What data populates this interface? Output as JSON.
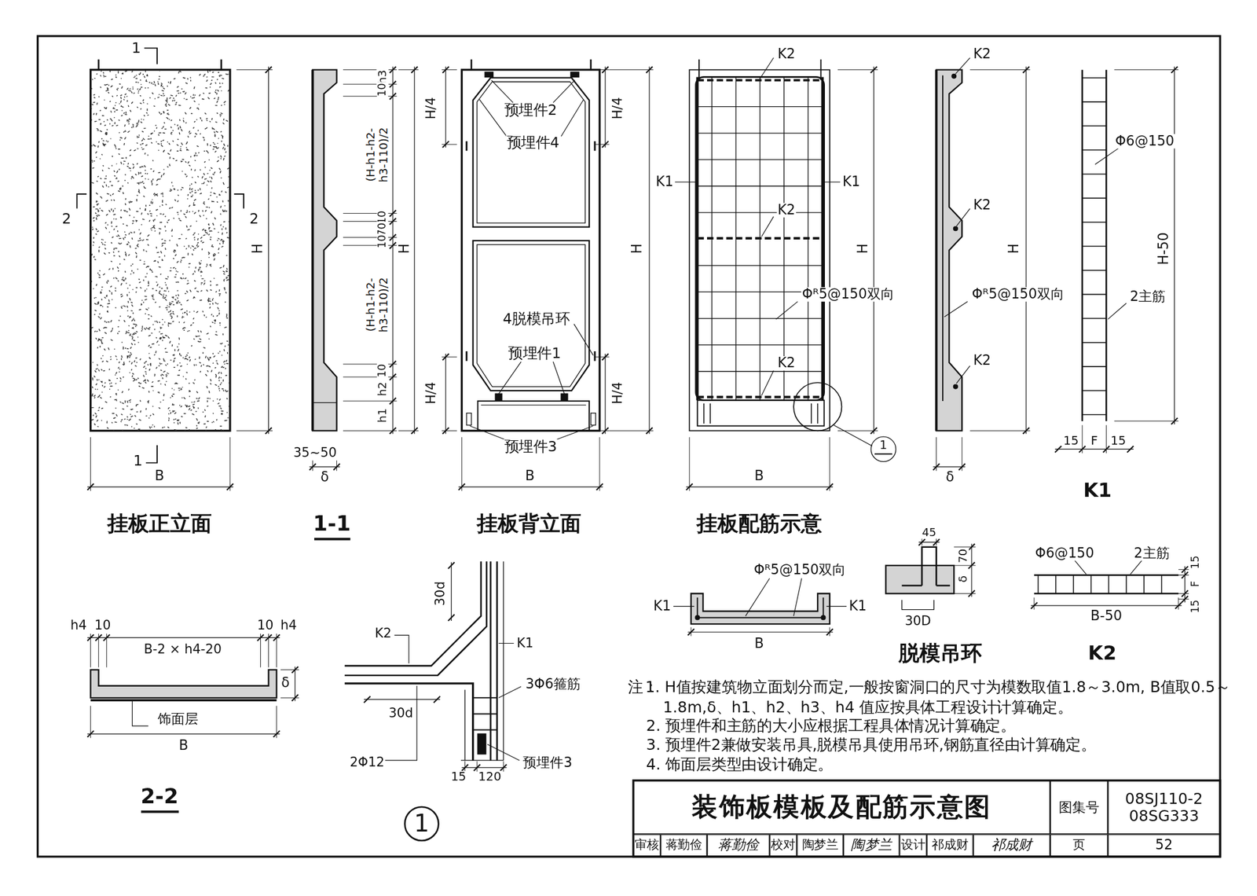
{
  "diagram": {
    "nodes": [
      {
        "text": [
          "装饰板模板及配筋示意图"
        ]
      },
      {
        "text": [
          "图集号"
        ]
      },
      {
        "text": [
          "08SJ110-2 08SG333"
        ]
      },
      {
        "text": [
          "审核"
        ]
      },
      {
        "text": [
          "蒋勤俭"
        ]
      },
      {
        "text": [
          "蒋勤俭"
        ]
      },
      {
        "text": [
          "校对"
        ]
      },
      {
        "text": [
          "陶梦兰"
        ]
      },
      {
        "text": [
          "陶梦兰"
        ]
      },
      {
        "text": [
          "设计"
        ]
      },
      {
        "text": [
          "祁成财"
        ]
      },
      {
        "text": [
          "祁成财"
        ]
      },
      {
        "text": [
          "页"
        ]
      },
      {
        "text": [
          "52"
        ]
      },
      {
        "text": [
          "1"
        ]
      },
      {
        "text": [
          "1"
        ]
      }
    ],
    "labels": [
      "1",
      "1",
      "2",
      "2",
      "H",
      "B",
      "挂板正立面",
      "h3",
      "10",
      "(H-h1-h2- h3-110)/2",
      "10",
      "70",
      "10",
      "(H-h1-h2- h3-110)/2",
      "10",
      "h2",
      "h1",
      "H",
      "35~50",
      "δ",
      "1-1",
      "预埋件2",
      "预埋件4",
      "H/4",
      "H/4",
      "4脱模吊环",
      "预埋件1",
      "H/4",
      "H/4",
      "预埋件3",
      "H",
      "B",
      "挂板背立面",
      "K2",
      "K1",
      "K1",
      "K2",
      "Φᴿ5@150双向",
      "K2",
      "H",
      "B",
      "挂板配筋示意",
      "K2",
      "K2",
      "Φᴿ5@150双向",
      "K2",
      "H",
      "δ",
      "Φ6@150",
      "H-50",
      "2主筋",
      "15",
      "F",
      "15",
      "K1",
      "h4",
      "10",
      "10",
      "h4",
      "B-2 × h4-20",
      "δ",
      "饰面层",
      "B",
      "2-2",
      "30d",
      "K2",
      "K1",
      "3Φ6箍筋",
      "30d",
      "2Φ12",
      "15",
      "120",
      "预埋件3",
      "Φᴿ5@150双向",
      "K1",
      "K1",
      "B",
      "45",
      "70",
      "δ",
      "30D",
      "脱模吊环",
      "Φ6@150",
      "2主筋",
      "15",
      "F",
      "15",
      "B-50",
      "K2",
      "注：",
      "1. H值按建筑物立面划分而定,一般按窗洞口的尺寸为模数取值1.8～3.0m, B值取0.5～1.8m,δ、h1、h2、h3、h4 值应按具体工程设计计算确定。",
      "2. 预埋件和主筋的大小应根据工程具体情况计算确定。",
      "3. 预埋件2兼做安装吊具,脱模吊具使用吊环,钢筋直径由计算确定。",
      "4. 饰面层类型由设计确定。"
    ]
  }
}
